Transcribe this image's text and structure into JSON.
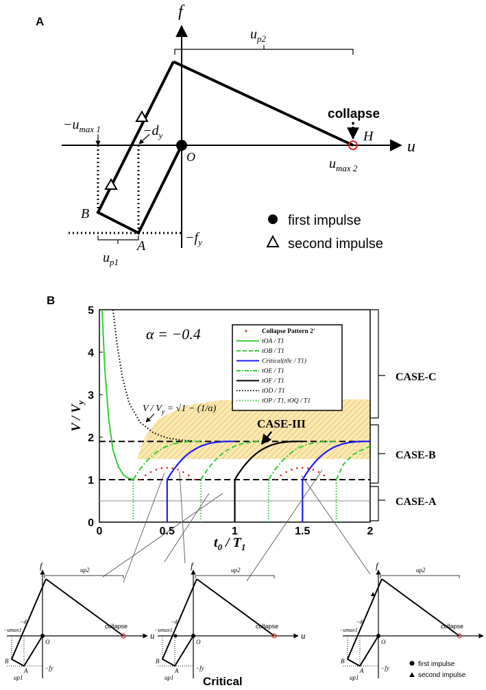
{
  "panelA": {
    "label": "A",
    "axis_f": "f",
    "axis_u": "u",
    "origin": "O",
    "up2": "u",
    "up2_sub": "p2",
    "up1": "u",
    "up1_sub": "p1",
    "umax1": "−u",
    "umax1_sub": "max 1",
    "dy": "−d",
    "dy_sub": "y",
    "fy": "−f",
    "fy_sub": "y",
    "umax2": "u",
    "umax2_sub": "max 2",
    "pt_A": "A",
    "pt_B": "B",
    "pt_H": "H",
    "collapse": "collapse",
    "legend_first": "first impulse",
    "legend_second": "second impulse"
  },
  "panelB": {
    "label": "B",
    "alpha": "α = −0.4",
    "ylabel": "V / V",
    "ylabel_sub": "y",
    "xlabel": "t",
    "xlabel_sub0": "0",
    "xlabel_mid": " / T",
    "xlabel_sub1": "1",
    "formula_left": "V / V",
    "formula_sub": "y",
    "formula_right": " = √1 − (1/α)",
    "case_iii": "CASE-III",
    "case_c": "CASE-C",
    "case_b": "CASE-B",
    "case_a": "CASE-A",
    "legend": [
      {
        "label": "Collapse Pattern 2'",
        "color": "#e02020",
        "dash": "dots"
      },
      {
        "label": "tOA / T1",
        "color": "#33cc33",
        "dash": "solid"
      },
      {
        "label": "tOB / T1",
        "color": "#33cc33",
        "dash": "dash"
      },
      {
        "label": "Critical(t0c / T1)",
        "color": "#1a1aff",
        "dash": "solid"
      },
      {
        "label": "tOE / T1",
        "color": "#33cc33",
        "dash": "dashdot"
      },
      {
        "label": "tOF / T1",
        "color": "#000000",
        "dash": "solid"
      },
      {
        "label": "tOD / T1",
        "color": "#000000",
        "dash": "dots"
      },
      {
        "label": "tOP / T1, tOQ / T1",
        "color": "#33cc33",
        "dash": "dots"
      }
    ],
    "xticks": [
      "0",
      "0.5",
      "1",
      "1.5",
      "2"
    ],
    "yticks": [
      "0",
      "1",
      "2",
      "3",
      "4",
      "5"
    ]
  },
  "chart_data": {
    "type": "line",
    "xlim": [
      0,
      2
    ],
    "ylim": [
      0,
      5
    ],
    "series": [
      {
        "name": "Collapse Pattern 2'",
        "x": [
          0.3,
          0.4,
          0.5,
          0.6,
          0.7
        ],
        "y": [
          1.0,
          1.2,
          1.28,
          1.2,
          1.0
        ]
      },
      {
        "name": "tOA / T1",
        "x": [
          0.02,
          0.05,
          0.1,
          0.15,
          0.2,
          0.25
        ],
        "y": [
          5.0,
          3.0,
          1.6,
          1.2,
          1.05,
          1.0
        ]
      },
      {
        "name": "Critical(t0c / T1)",
        "x": [
          0.5,
          0.5,
          0.55,
          0.7,
          0.9,
          1.0
        ],
        "y": [
          0,
          1.0,
          1.45,
          1.75,
          1.87,
          1.9
        ]
      },
      {
        "name": "tOF / T1",
        "x": [
          1.0,
          1.0,
          1.05,
          1.2,
          1.4,
          1.5
        ],
        "y": [
          0,
          1.0,
          1.45,
          1.75,
          1.87,
          1.9
        ]
      },
      {
        "name": "tOD / T1",
        "x": [
          0.1,
          0.15,
          0.2,
          0.3,
          0.4,
          0.6
        ],
        "y": [
          5.0,
          3.6,
          2.9,
          2.3,
          2.05,
          1.92
        ]
      }
    ],
    "hlines": [
      1.0,
      1.9,
      0.5
    ]
  },
  "small": {
    "f": "f",
    "u": "u",
    "O": "O",
    "up2": "u",
    "up2_sub": "p2",
    "up1": "u",
    "up1_sub": "p1",
    "umax1": "−u",
    "umax1_sub": "max1",
    "dy": "−d",
    "dy_sub": "y",
    "fy": "−f",
    "fy_sub": "y",
    "A": "A",
    "B": "B",
    "collapse": "collapse",
    "critical": "Critical",
    "legend_first": "first impulse",
    "legend_second": "second impulse"
  }
}
